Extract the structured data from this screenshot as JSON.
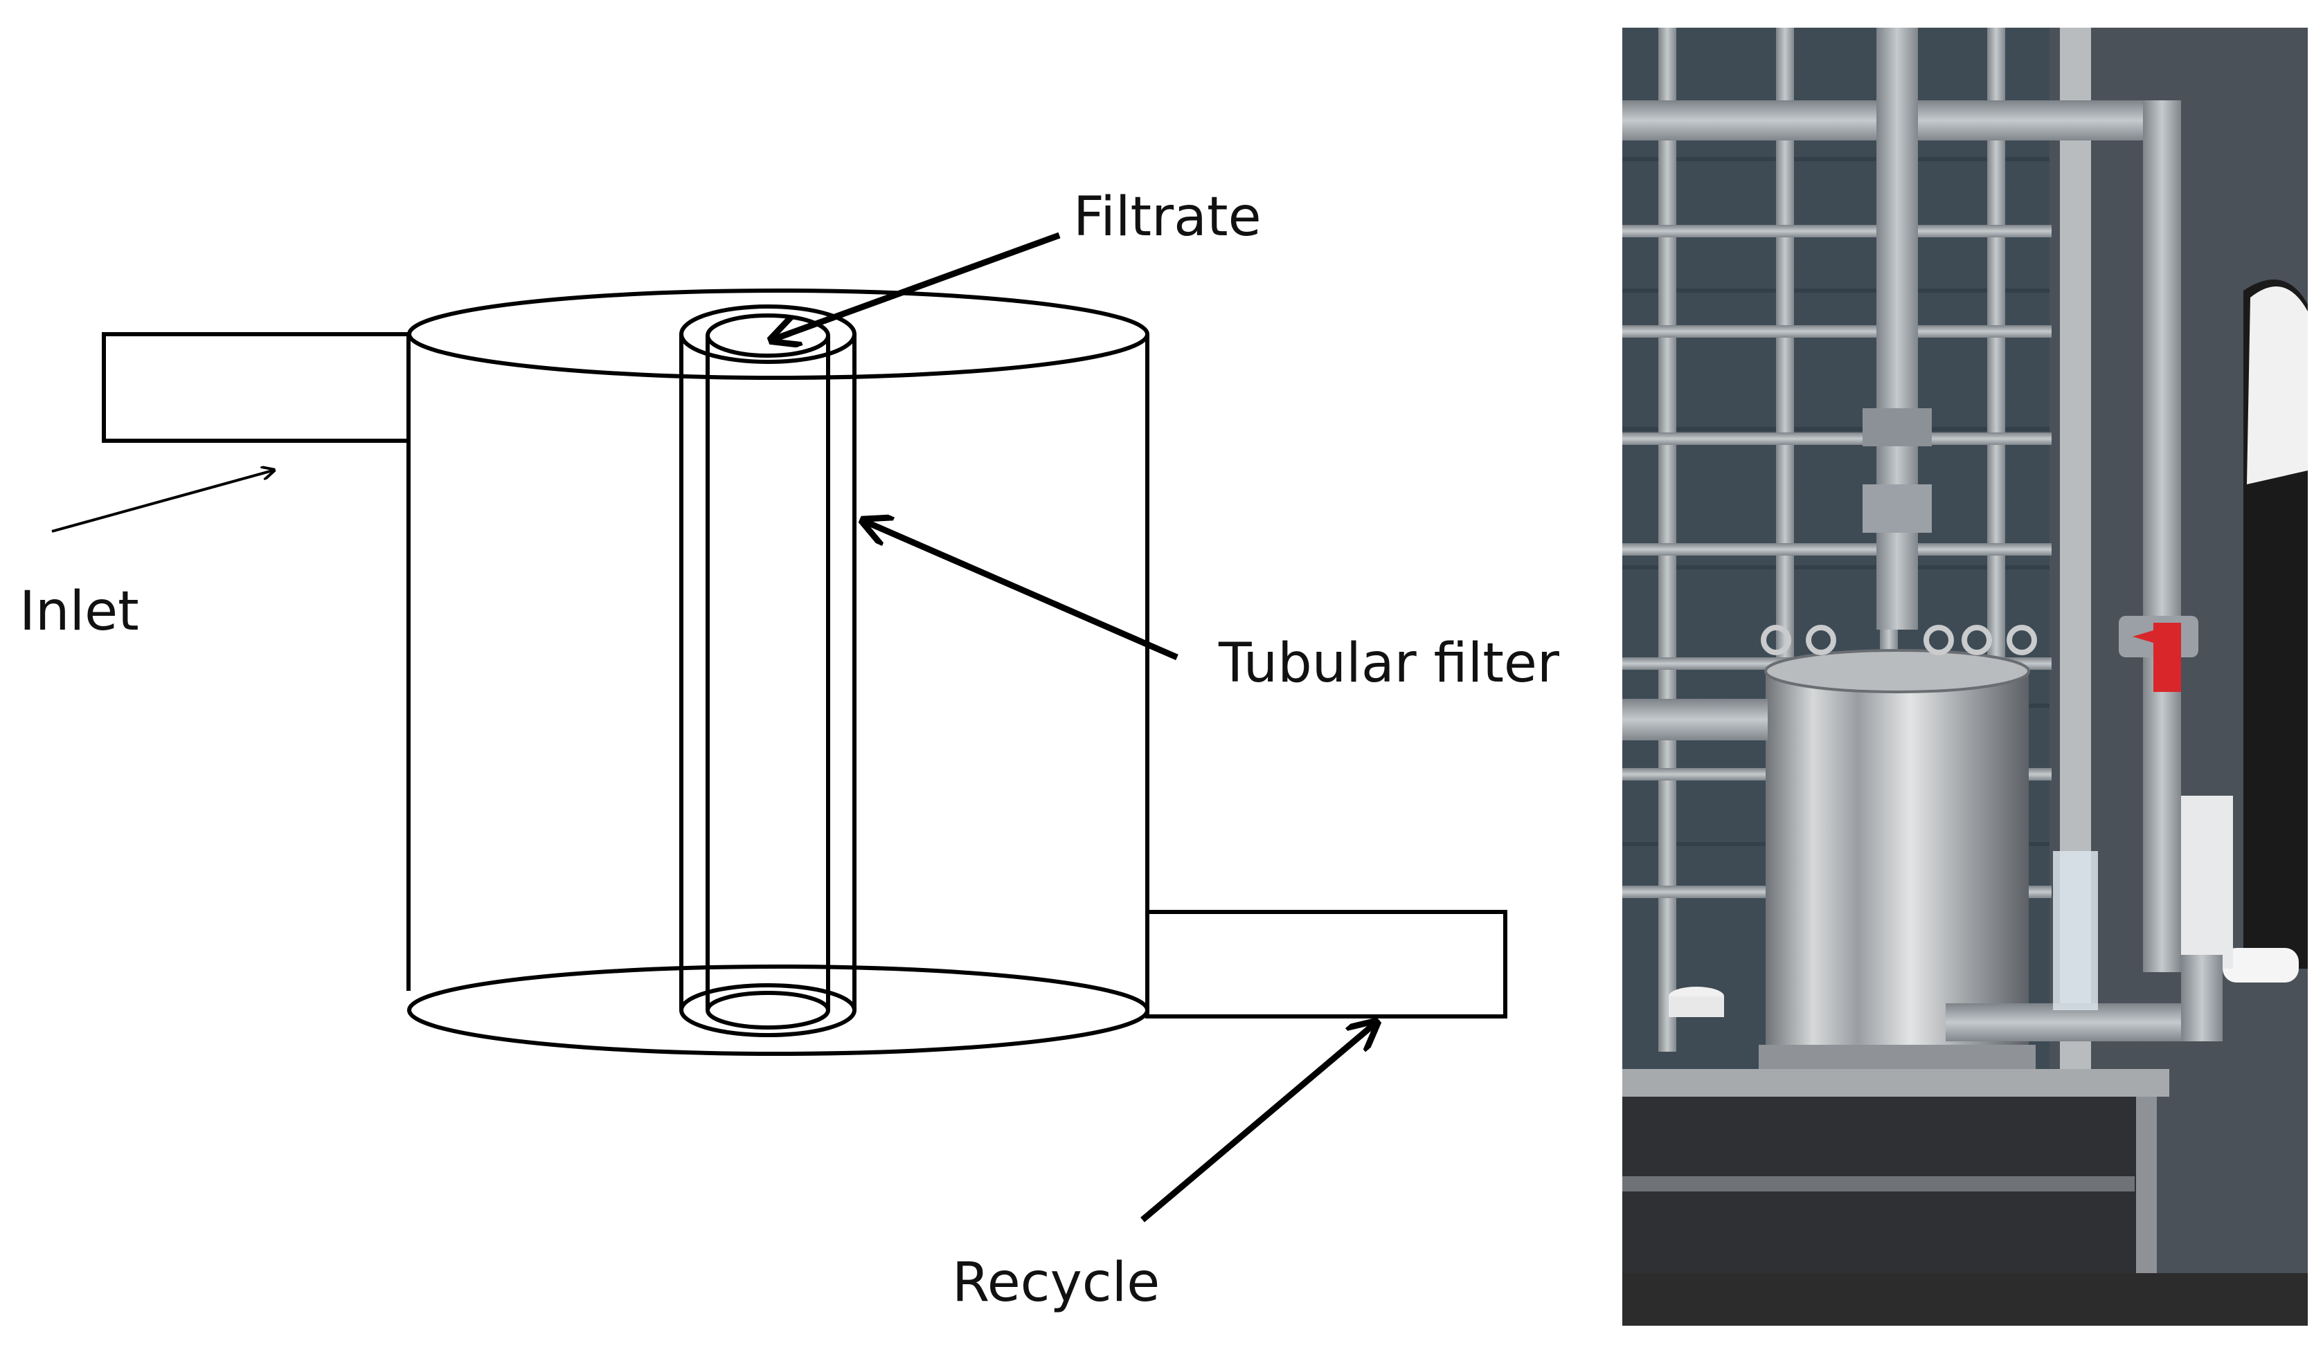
{
  "diagram": {
    "labels": {
      "filtrate": "Filtrate",
      "inlet": "Inlet",
      "tubular_filter": "Tubular filter",
      "recycle": "Recycle"
    }
  },
  "photo": {
    "colors": {
      "wall": "#3e4b55",
      "pipe": "#a7adb2",
      "steel": "#c4c6c8",
      "valve": "#d8262b",
      "table": "#8e9196",
      "ground": "#2c2c2c"
    }
  }
}
